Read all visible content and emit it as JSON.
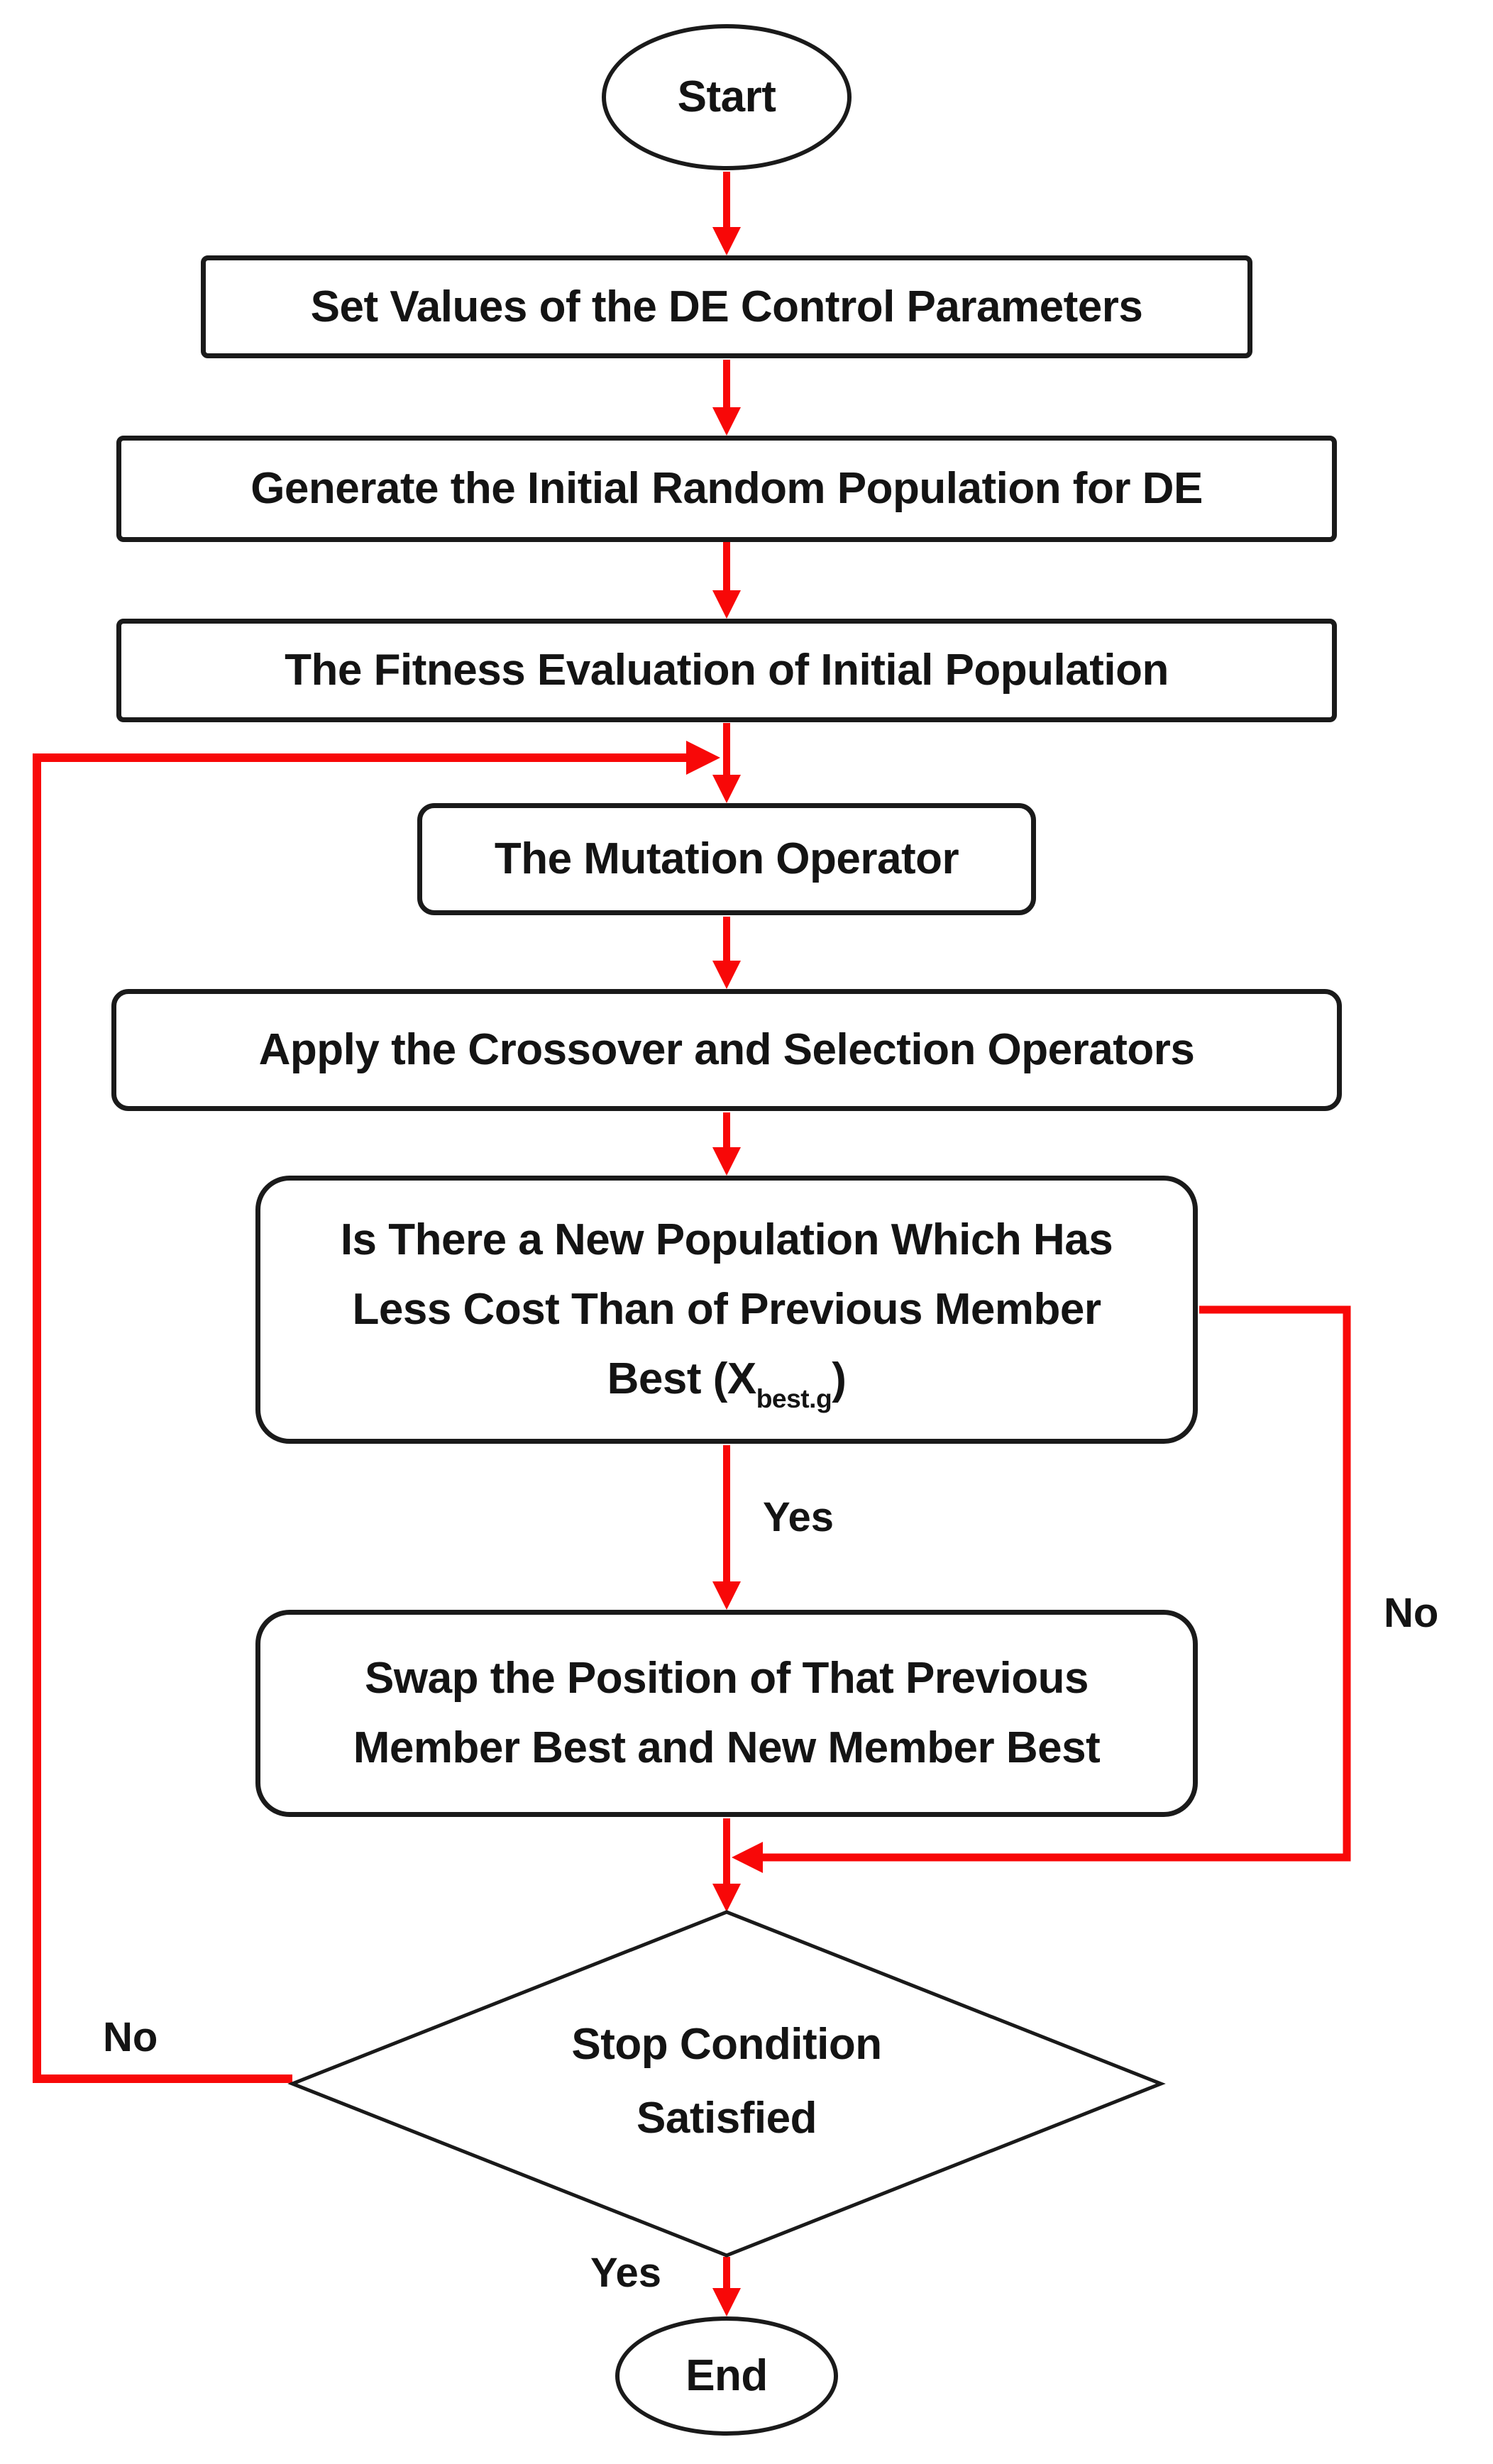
{
  "figure": {
    "type": "flowchart",
    "topic": "Differential Evolution (DE) algorithm flowchart"
  },
  "colors": {
    "arrow_red": "#f80808",
    "shape_outline": "#1a1a1a",
    "text": "#141414",
    "background": "#ffffff"
  },
  "nodes": {
    "start": {
      "shape": "ellipse",
      "label": "Start"
    },
    "set_params": {
      "shape": "rectangle",
      "label": "Set Values of the DE Control Parameters"
    },
    "generate_population": {
      "shape": "rectangle",
      "label": "Generate the Initial Random Population for DE"
    },
    "fitness_evaluation": {
      "shape": "rectangle",
      "label": "The Fitness Evaluation of Initial Population"
    },
    "mutation": {
      "shape": "rounded-rectangle",
      "label": "The Mutation Operator"
    },
    "crossover_selection": {
      "shape": "rounded-rectangle",
      "label": "Apply the Crossover and Selection Operators"
    },
    "new_population_check": {
      "shape": "rounded-rectangle",
      "line1": "Is There a New Population Which Has",
      "line2": "Less Cost Than of Previous Member",
      "line3_pre": "Best (X",
      "line3_sub": "best.g",
      "line3_post": ")"
    },
    "swap_position": {
      "shape": "rounded-rectangle",
      "line1": "Swap the Position of That Previous",
      "line2": "Member Best and New Member Best"
    },
    "stop_condition": {
      "shape": "diamond",
      "line1": "Stop Condition",
      "line2": "Satisfied"
    },
    "end": {
      "shape": "ellipse",
      "label": "End"
    }
  },
  "edge_labels": {
    "check_yes": "Yes",
    "check_no": "No",
    "stop_no": "No",
    "stop_yes": "Yes"
  }
}
